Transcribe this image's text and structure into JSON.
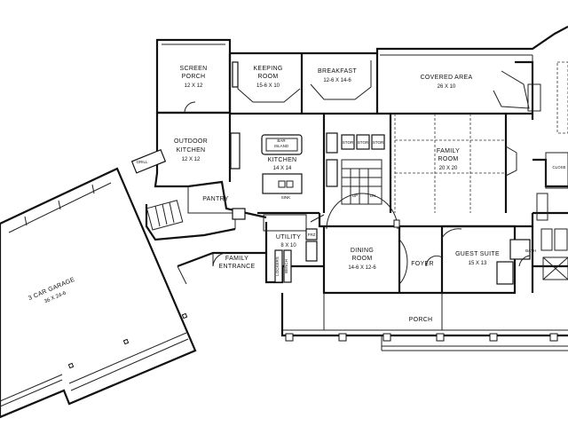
{
  "rooms": {
    "screen_porch": {
      "name": "SCREEN",
      "name2": "PORCH",
      "dim": "12 X 12"
    },
    "keeping_room": {
      "name": "KEEPING",
      "name2": "ROOM",
      "dim": "15-6 X 10"
    },
    "breakfast": {
      "name": "BREAKFAST",
      "dim": "12-6 X 14-6"
    },
    "covered_area": {
      "name": "COVERED AREA",
      "dim": "26 X 10"
    },
    "outdoor_kitchen": {
      "name": "OUTDOOR",
      "name2": "KITCHEN",
      "dim": "12 X 12"
    },
    "kitchen": {
      "name": "KITCHEN",
      "dim": "14 X 14"
    },
    "family_room": {
      "name": "FAMILY",
      "name2": "ROOM",
      "dim": "20 X 20"
    },
    "pantry": {
      "name": "PANTRY"
    },
    "garage": {
      "name": "3 CAR GARAGE",
      "dim": "36 X 24-6"
    },
    "utility": {
      "name": "UTILITY",
      "dim": "8 X 10"
    },
    "family_entrance": {
      "name": "FAMILY",
      "name2": "ENTRANCE"
    },
    "dining_room": {
      "name": "DINING",
      "name2": "ROOM",
      "dim": "14-6 X 12-6"
    },
    "foyer": {
      "name": "FOYER"
    },
    "guest_suite": {
      "name": "GUEST SUITE",
      "dim": "15 X 13"
    },
    "bath": {
      "name": "BATH"
    },
    "porch": {
      "name": "PORCH"
    },
    "closet": {
      "name": "CLOSE"
    }
  },
  "fixtures": {
    "island": "ISLAND",
    "bar": "BAR",
    "sink": "SINK",
    "grill": "GRILL",
    "stor_1": "STOR",
    "stor_2": "STOR",
    "stor_3": "STOR",
    "frz": "FRZ",
    "lockers": "LOCKERS",
    "bench": "BENCH",
    "up": "UP",
    "dn": "DN"
  }
}
